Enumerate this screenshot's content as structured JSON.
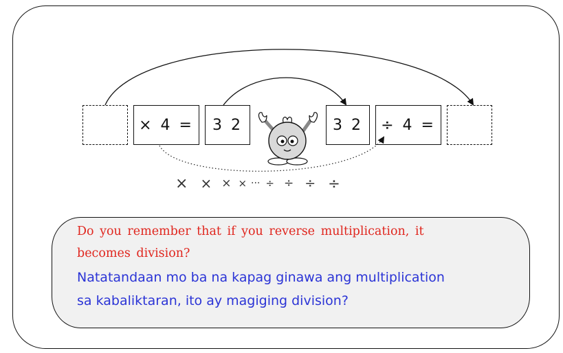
{
  "equation": {
    "left_box": "× 4 =",
    "mid_box_a": "3 2",
    "mid_box_b": "3 2",
    "right_box": "÷ 4 ="
  },
  "signs": [
    "×",
    "×",
    "×",
    "×",
    "···",
    "÷",
    "÷",
    "÷",
    "÷"
  ],
  "message": {
    "english_line1": "Do you remember that if you reverse multiplication, it",
    "english_line2": "becomes division?",
    "filipino_line1": "Natatandaan mo ba na kapag ginawa ang multiplication",
    "filipino_line2": "sa kabaliktaran, ito ay magiging division?"
  },
  "colors": {
    "english_text": "#e0261e",
    "filipino_text": "#2b34d6",
    "bubble_fill": "#f1f1f1"
  }
}
